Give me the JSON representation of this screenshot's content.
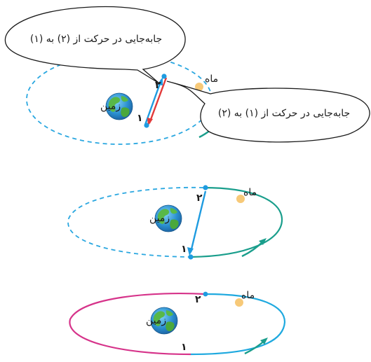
{
  "labels": {
    "earth": "زمین",
    "moon": "ماه",
    "point1": "۱",
    "point2": "۲"
  },
  "callouts": {
    "top": "جابه‌جایی در حرکت از (۲) به (۱)",
    "right": "جابه‌جایی در حرکت از (۱) به (۲)"
  },
  "colors": {
    "dashed_orbit": "#2aa7e0",
    "teal_arc": "#1a9e8c",
    "magenta_arc": "#d6338a",
    "cyan_arc": "#1fa9df",
    "blue_arrow": "#1e9be0",
    "red_arrow": "#e23a3a",
    "moon": "#f7c978",
    "point": "#1e9be0"
  },
  "icons": [
    "earth-icon",
    "moon-icon"
  ]
}
